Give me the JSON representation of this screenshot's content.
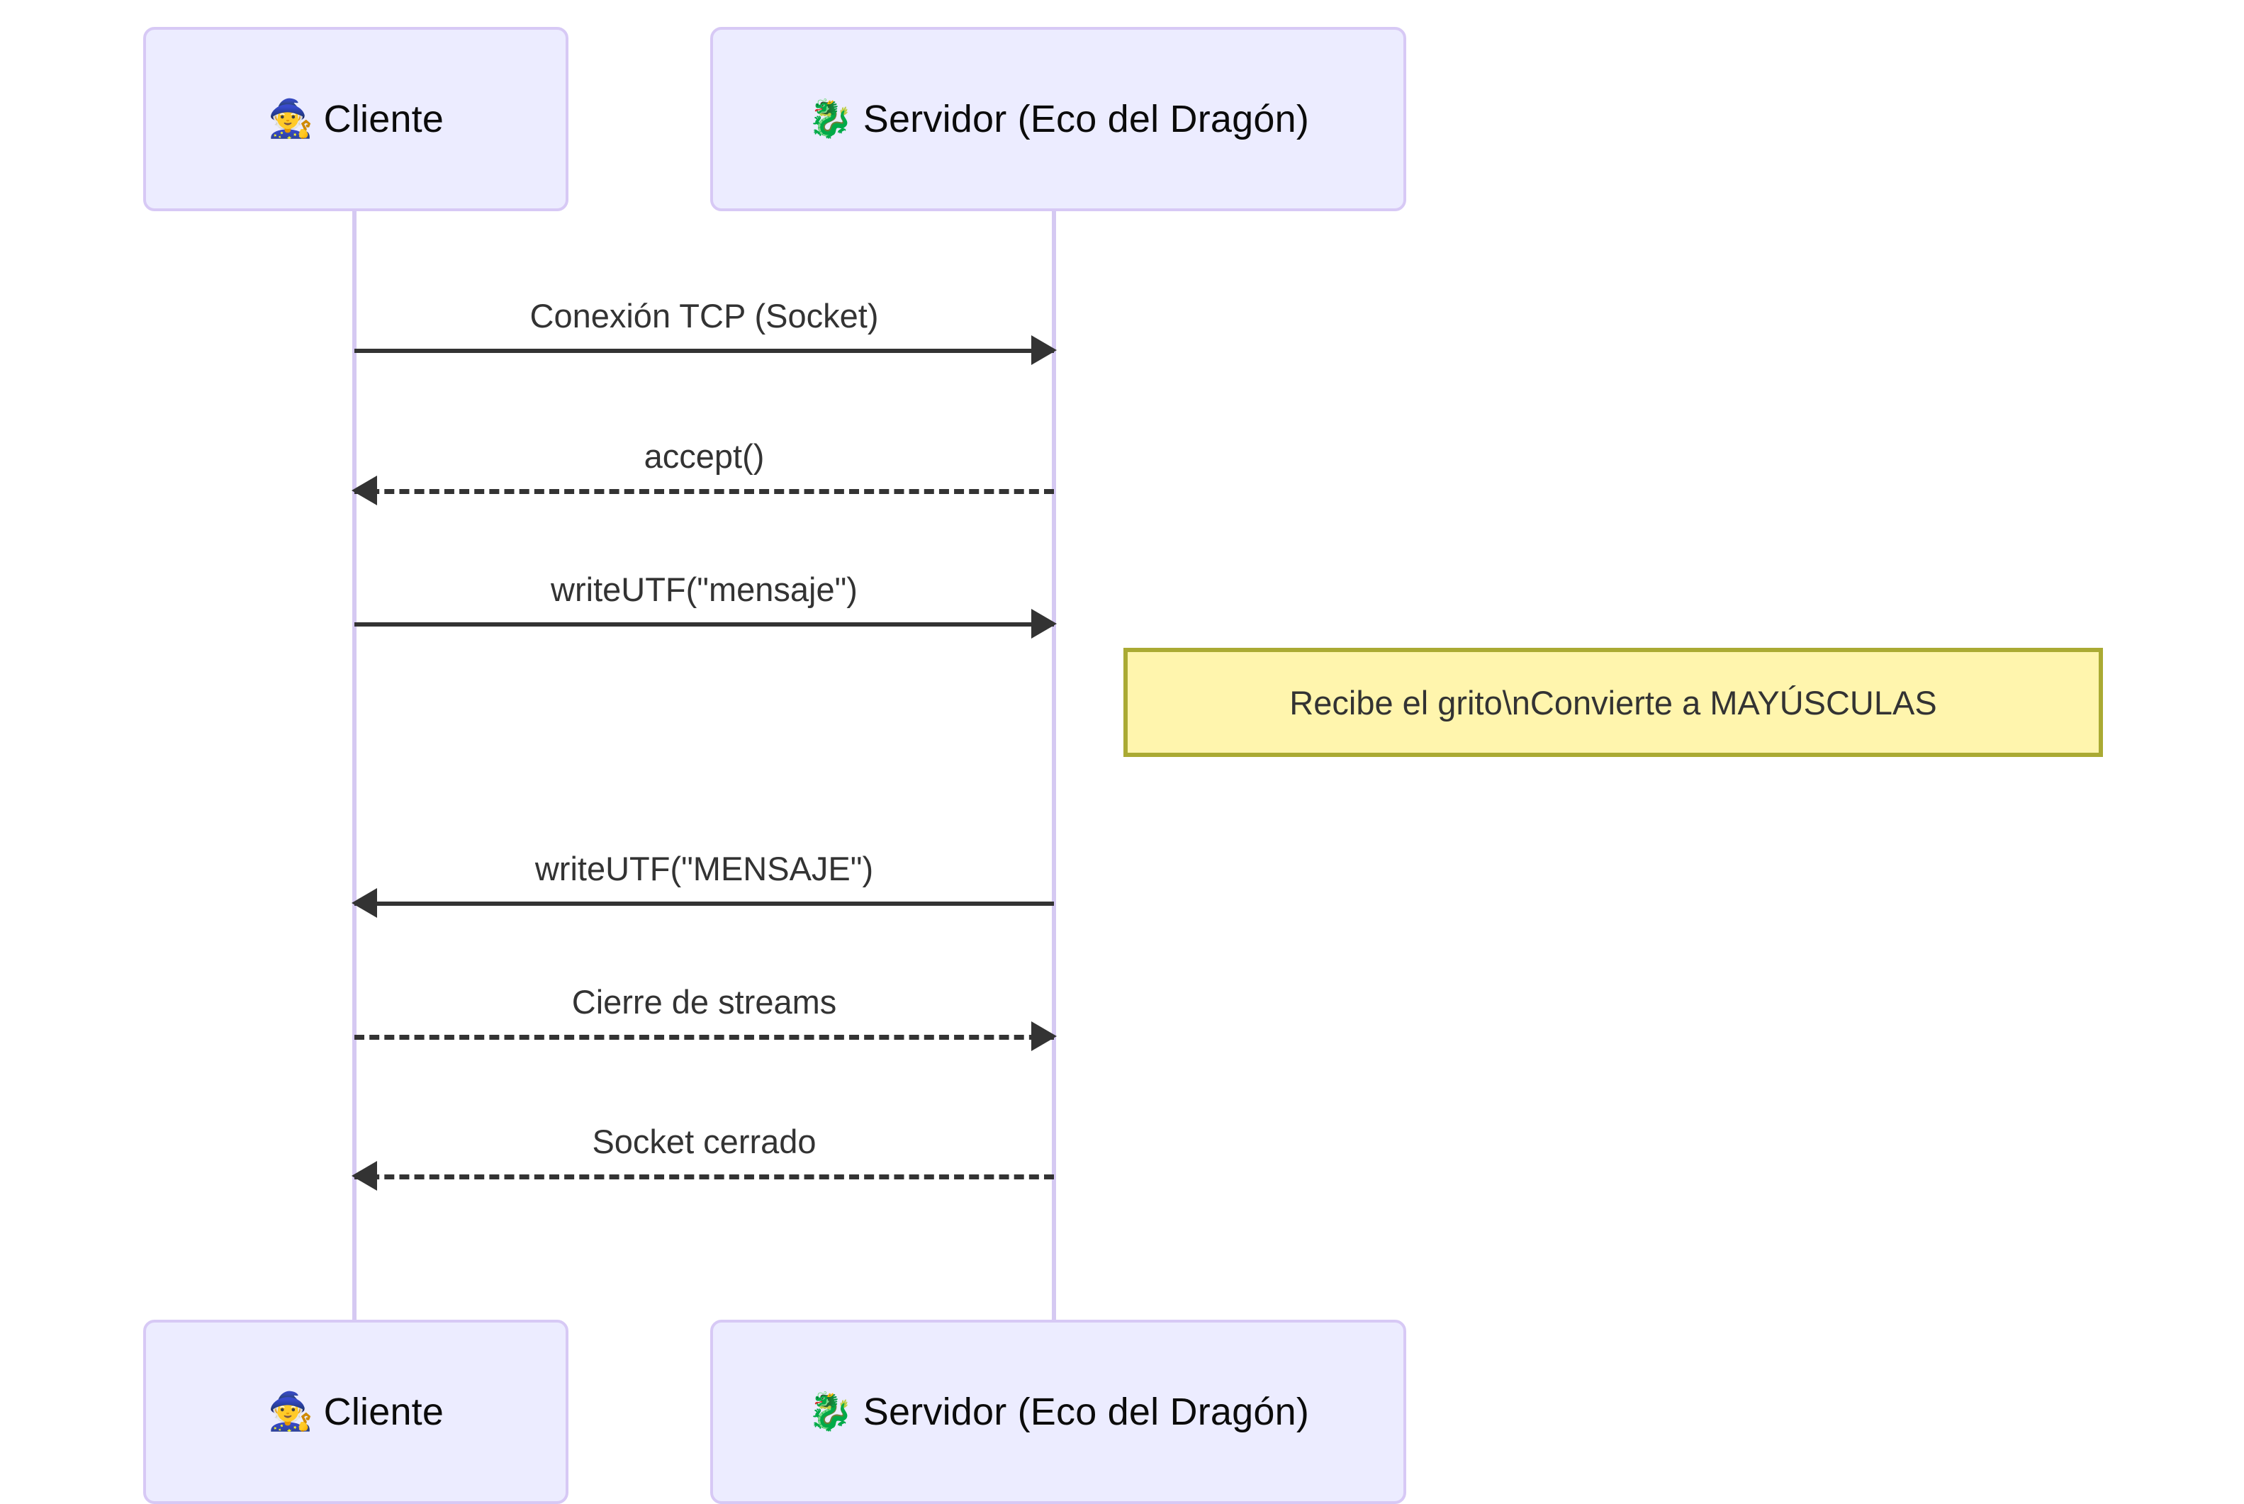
{
  "diagram": {
    "type": "sequence-diagram",
    "background": "#ffffff",
    "colors": {
      "actor_fill": "#ececff",
      "actor_border": "#d7c9f5",
      "lifeline": "#d5c9f2",
      "arrow": "#333333",
      "note_fill": "#fff5ad",
      "note_border": "#aaaa33",
      "text": "#333333"
    }
  },
  "participants": [
    {
      "id": "cliente",
      "emoji": "🧙",
      "emoji_name": "mage-icon",
      "label": "Cliente"
    },
    {
      "id": "servidor",
      "emoji": "🐉",
      "emoji_name": "dragon-icon",
      "label": "Servidor (Eco del Dragón)"
    }
  ],
  "messages": [
    {
      "index": 0,
      "from": "cliente",
      "to": "servidor",
      "label": "Conexión TCP (Socket)",
      "direction": "right",
      "style": "solid"
    },
    {
      "index": 1,
      "from": "servidor",
      "to": "cliente",
      "label": "accept()",
      "direction": "left",
      "style": "dashed"
    },
    {
      "index": 2,
      "from": "cliente",
      "to": "servidor",
      "label": "writeUTF(\"mensaje\")",
      "direction": "right",
      "style": "solid"
    },
    {
      "index": 3,
      "from": "servidor",
      "to": "cliente",
      "label": "writeUTF(\"MENSAJE\")",
      "direction": "left",
      "style": "solid"
    },
    {
      "index": 4,
      "from": "cliente",
      "to": "servidor",
      "label": "Cierre de streams",
      "direction": "right",
      "style": "dashed"
    },
    {
      "index": 5,
      "from": "servidor",
      "to": "cliente",
      "label": "Socket cerrado",
      "direction": "left",
      "style": "dashed"
    }
  ],
  "notes": [
    {
      "index": 0,
      "attached_to": "servidor",
      "position": "right-of",
      "text": "Recibe el grito\\nConvierte a MAYÚSCULAS"
    }
  ]
}
